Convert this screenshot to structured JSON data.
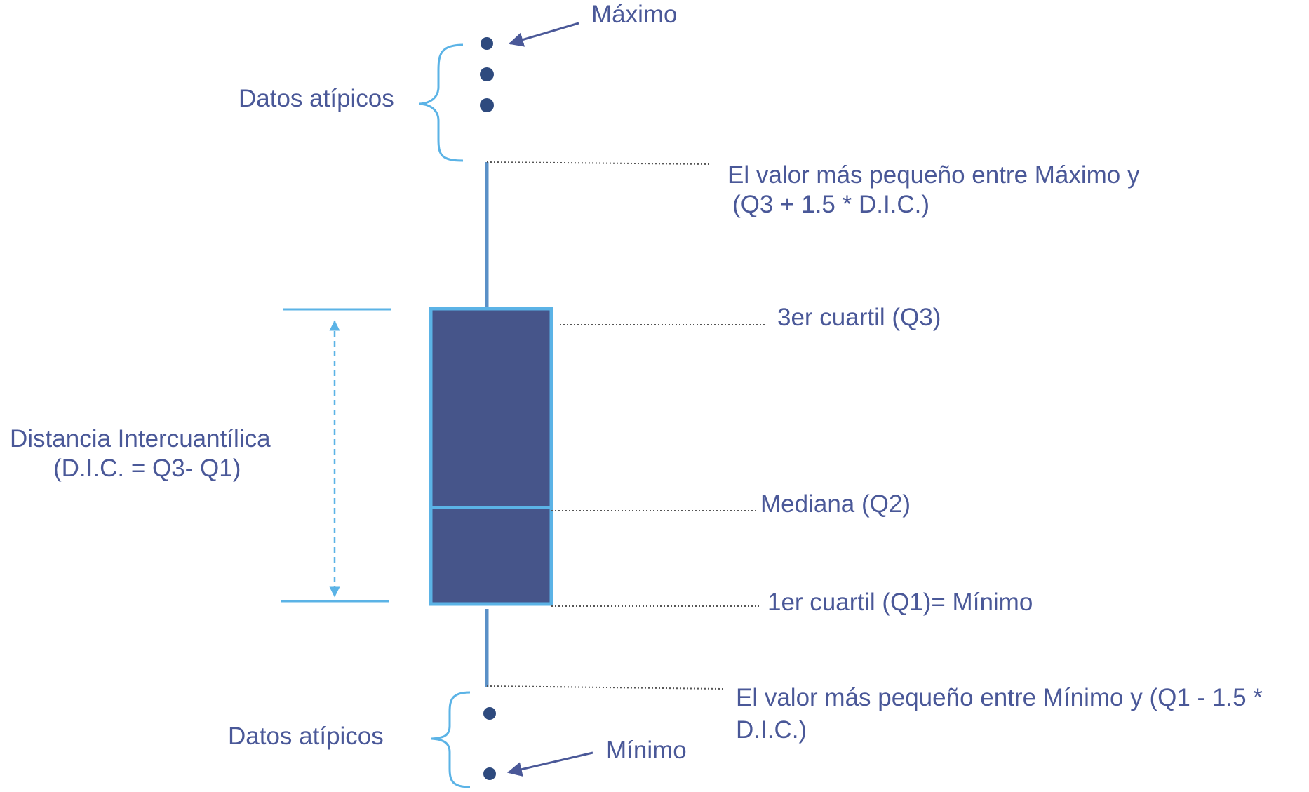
{
  "diagram": {
    "labels": {
      "maximo": "Máximo",
      "datos_atipicos_top": "Datos atípicos",
      "upper_whisker_line1": "El valor más pequeño entre Máximo y",
      "upper_whisker_line2": "(Q3  + 1.5 * D.I.C.)",
      "q3": "3er cuartil (Q3)",
      "dic_line1": "Distancia Intercuantílica",
      "dic_line2": "(D.I.C. = Q3- Q1)",
      "mediana": "Mediana (Q2)",
      "q1": "1er cuartil (Q1)=  Mínimo",
      "lower_whisker_line1": "El valor más pequeño entre Mínimo y  (Q1 - 1.5 *",
      "lower_whisker_line2": "D.I.C.)",
      "datos_atipicos_bottom": "Datos atípicos",
      "minimo": "Mínimo"
    },
    "outliers_top_count": 3,
    "outliers_bottom_count": 2,
    "colors": {
      "text": "#4a5898",
      "box_fill": "#46558a",
      "box_stroke": "#5bb3e6",
      "whisker": "#5a90c7",
      "outlier": "#2e4a7e",
      "brace": "#5bb3e6",
      "arrow": "#4a5898",
      "leader": "#555555"
    }
  }
}
